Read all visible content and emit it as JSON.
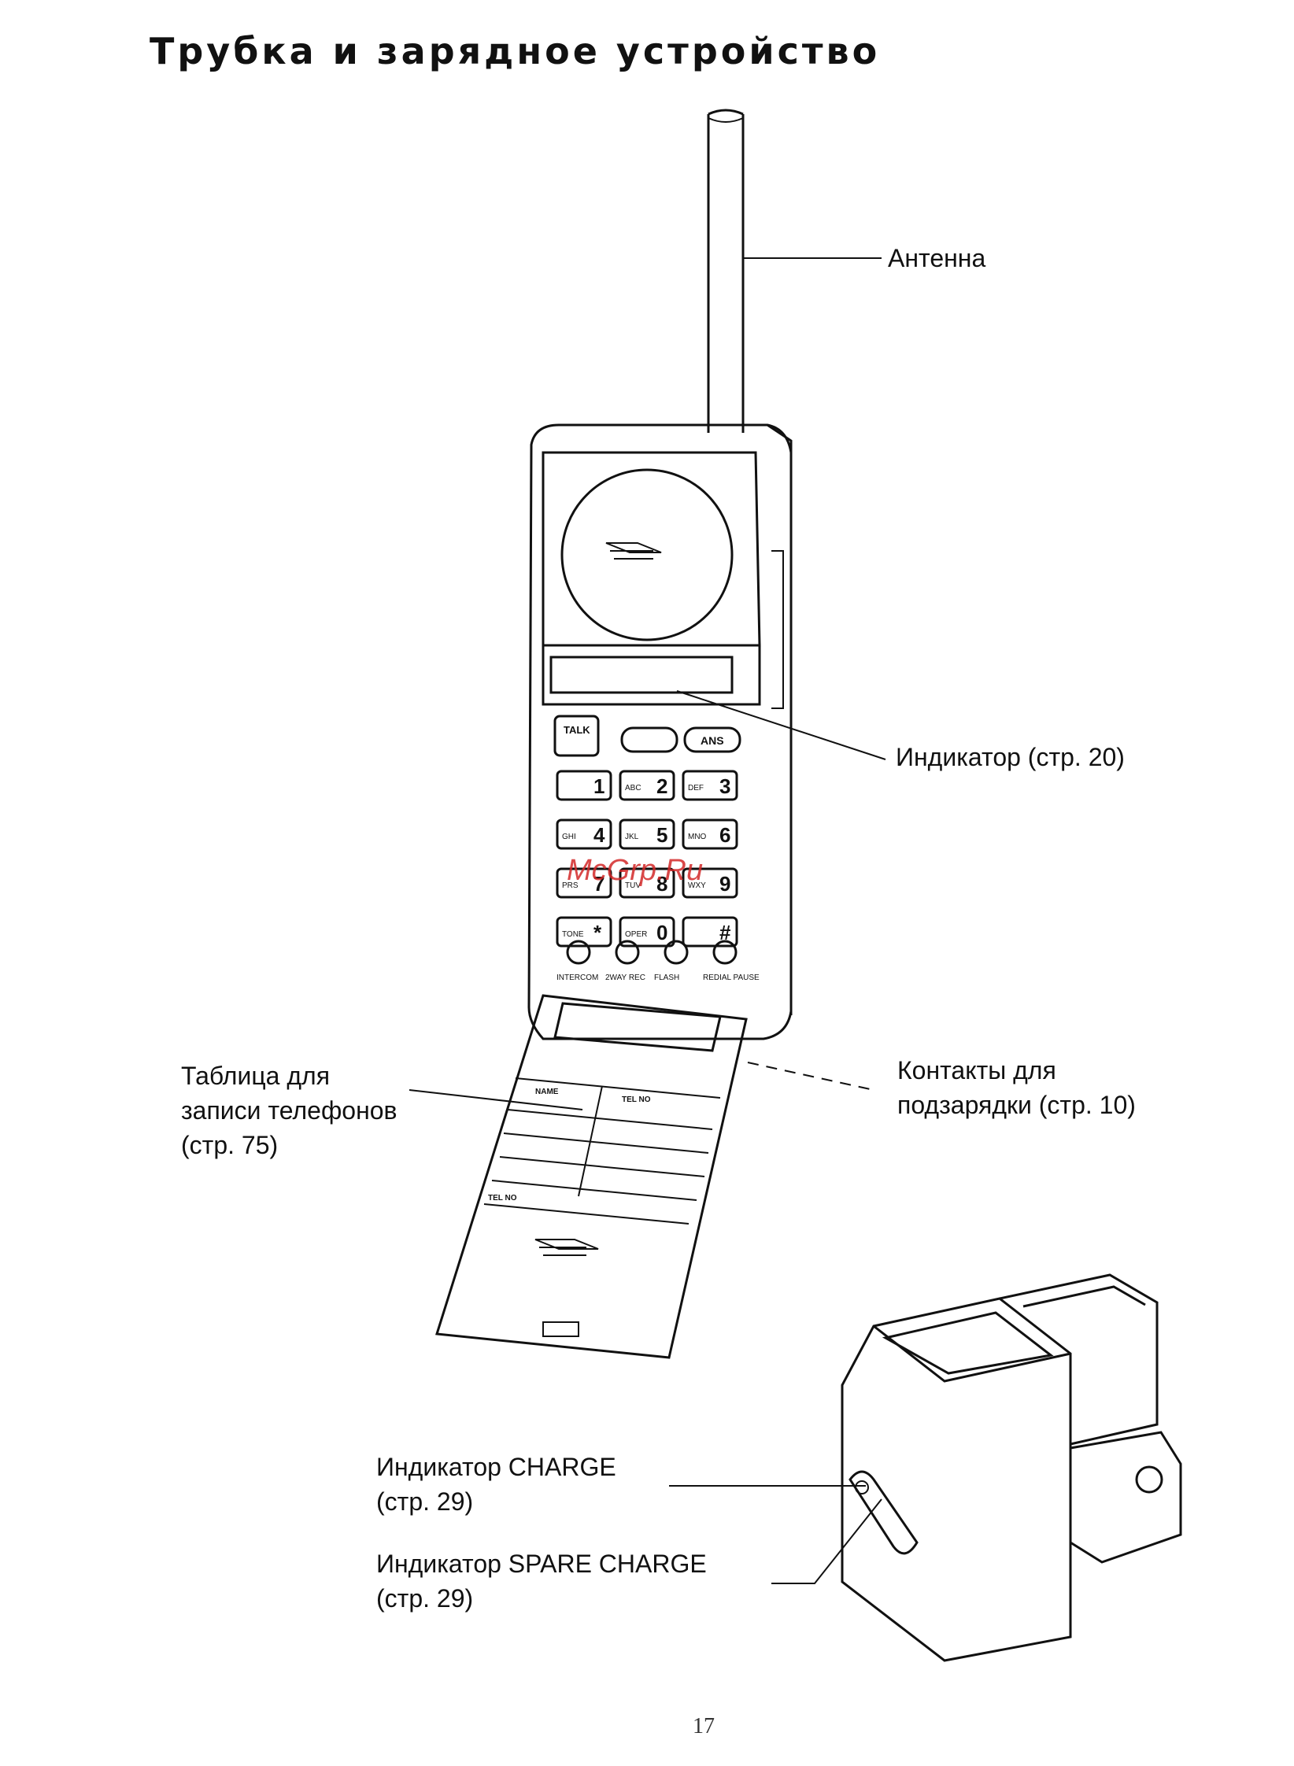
{
  "title": "Трубка и зарядное устройство",
  "labels": {
    "antenna": "Антенна",
    "display": "Индикатор (стр. 20)",
    "phone_table": "Таблица для\nзаписи  телефонов\n(стр. 75)",
    "charge_contacts": "Контакты для\nподзарядки (стр. 10)",
    "charge_indicator": "Индикатор CHARGE\n(стр. 29)",
    "spare_charge_indicator": "Индикатор SPARE CHARGE\n(стр. 29)"
  },
  "keypad": {
    "talk": "TALK",
    "ans": "ANS",
    "keys": [
      "1",
      "2",
      "3",
      "4",
      "5",
      "6",
      "7",
      "8",
      "9",
      "*",
      "0",
      "#"
    ],
    "key_letters": [
      "",
      "ABC",
      "DEF",
      "GHI",
      "JKL",
      "MNO",
      "PRS",
      "TUV",
      "WXY",
      "TONE",
      "OPER",
      ""
    ],
    "bottom_buttons": [
      "INTERCOM",
      "2WAY REC",
      "FLASH",
      "REDIAL PAUSE"
    ]
  },
  "flip_table": {
    "name_header": "NAME",
    "tel_header": "TEL NO",
    "tel_footer": "TEL NO"
  },
  "watermark": "McGrp.Ru",
  "page_number": "17"
}
